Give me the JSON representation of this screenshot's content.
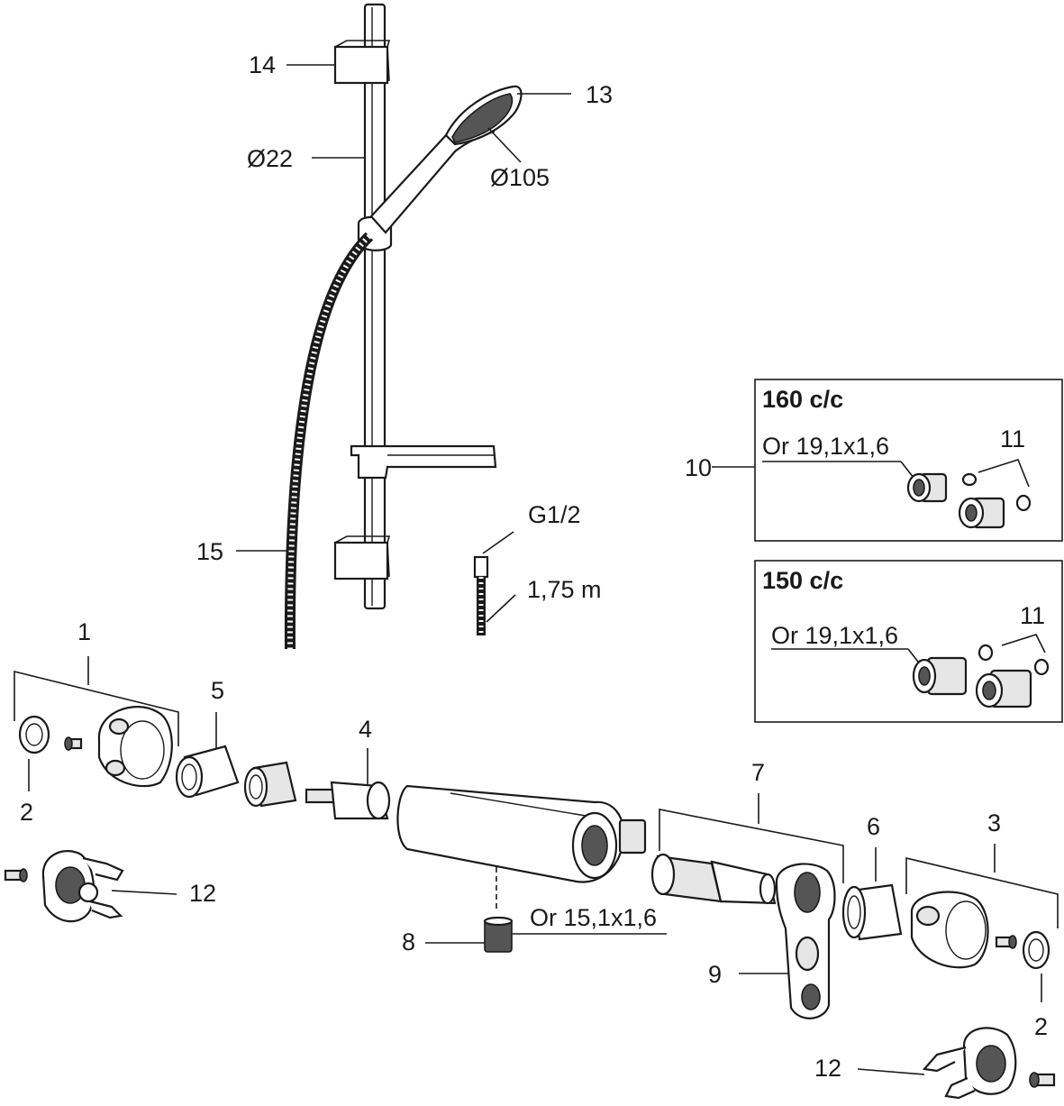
{
  "labels": {
    "l14": "14",
    "l13": "13",
    "d22": "Ø22",
    "d105": "Ø105",
    "l15": "15",
    "g12": "G1/2",
    "len": "1,75 m",
    "l1": "1",
    "l5": "5",
    "l4": "4",
    "l2a": "2",
    "l12a": "12",
    "l7": "7",
    "l6": "6",
    "l3": "3",
    "l8": "8",
    "oring8": "Or 15,1x1,6",
    "l9": "9",
    "l2b": "2",
    "l12b": "12"
  },
  "box160": {
    "title": "160 c/c",
    "oring": "Or 19,1x1,6",
    "part10": "10",
    "part11": "11"
  },
  "box150": {
    "title": "150 c/c",
    "oring": "Or 19,1x1,6",
    "part11": "11"
  }
}
